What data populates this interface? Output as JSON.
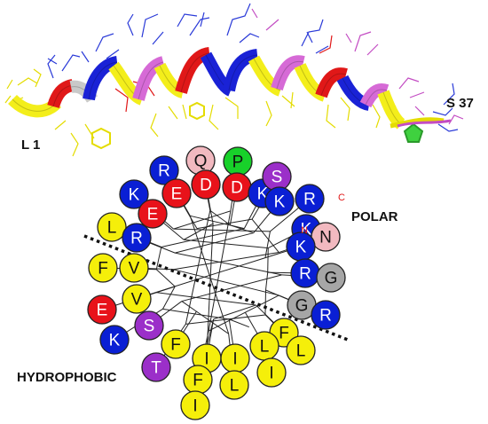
{
  "labels": {
    "n_start": "L 1",
    "c_end": "S 37",
    "polar": "POLAR",
    "hydrophobic": "HYDROPHOBIC",
    "n_marker": "N",
    "c_marker": "C"
  },
  "colors": {
    "hydrophobic": "#f5ef0a",
    "basic": "#0a1fd4",
    "acidic": "#e8121a",
    "polar_pink": "#f2b9c0",
    "polar_purple": "#9b2fc9",
    "proline": "#18d12a",
    "glycine": "#a6a6a6",
    "ribbon_yellow": "#f3ee1b",
    "ribbon_blue": "#1a22d6",
    "ribbon_red": "#e01818",
    "ribbon_magenta": "#d66ad6"
  },
  "residues": [
    {
      "letter": "Q",
      "type": "polar_pink"
    },
    {
      "letter": "P",
      "type": "proline"
    },
    {
      "letter": "R",
      "type": "basic"
    },
    {
      "letter": "D",
      "type": "acidic"
    },
    {
      "letter": "E",
      "type": "acidic"
    },
    {
      "letter": "D",
      "type": "acidic"
    },
    {
      "letter": "K",
      "type": "basic"
    },
    {
      "letter": "K",
      "type": "basic"
    },
    {
      "letter": "E",
      "type": "acidic"
    },
    {
      "letter": "S",
      "type": "polar_purple"
    },
    {
      "letter": "K",
      "type": "basic"
    },
    {
      "letter": "R",
      "type": "basic"
    },
    {
      "letter": "L",
      "type": "hydrophobic"
    },
    {
      "letter": "K",
      "type": "basic"
    },
    {
      "letter": "N",
      "type": "polar_pink"
    },
    {
      "letter": "R",
      "type": "basic"
    },
    {
      "letter": "K",
      "type": "basic"
    },
    {
      "letter": "F",
      "type": "hydrophobic"
    },
    {
      "letter": "R",
      "type": "basic"
    },
    {
      "letter": "V",
      "type": "hydrophobic"
    },
    {
      "letter": "G",
      "type": "glycine"
    },
    {
      "letter": "E",
      "type": "acidic"
    },
    {
      "letter": "V",
      "type": "hydrophobic"
    },
    {
      "letter": "G",
      "type": "glycine"
    },
    {
      "letter": "R",
      "type": "basic"
    },
    {
      "letter": "S",
      "type": "polar_purple"
    },
    {
      "letter": "F",
      "type": "hydrophobic"
    },
    {
      "letter": "K",
      "type": "basic"
    },
    {
      "letter": "L",
      "type": "hydrophobic"
    },
    {
      "letter": "L",
      "type": "hydrophobic"
    },
    {
      "letter": "F",
      "type": "hydrophobic"
    },
    {
      "letter": "I",
      "type": "hydrophobic"
    },
    {
      "letter": "I",
      "type": "hydrophobic"
    },
    {
      "letter": "T",
      "type": "polar_purple"
    },
    {
      "letter": "F",
      "type": "hydrophobic"
    },
    {
      "letter": "L",
      "type": "hydrophobic"
    },
    {
      "letter": "I",
      "type": "hydrophobic"
    },
    {
      "letter": "I",
      "type": "hydrophobic"
    }
  ]
}
